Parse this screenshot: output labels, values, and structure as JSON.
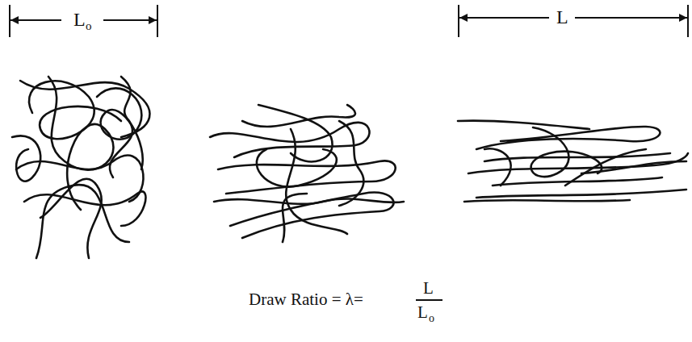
{
  "diagram": {
    "labels": [
      "L",
      "o",
      "L",
      "Draw Ratio = λ=",
      "L",
      "L",
      "o"
    ]
  }
}
